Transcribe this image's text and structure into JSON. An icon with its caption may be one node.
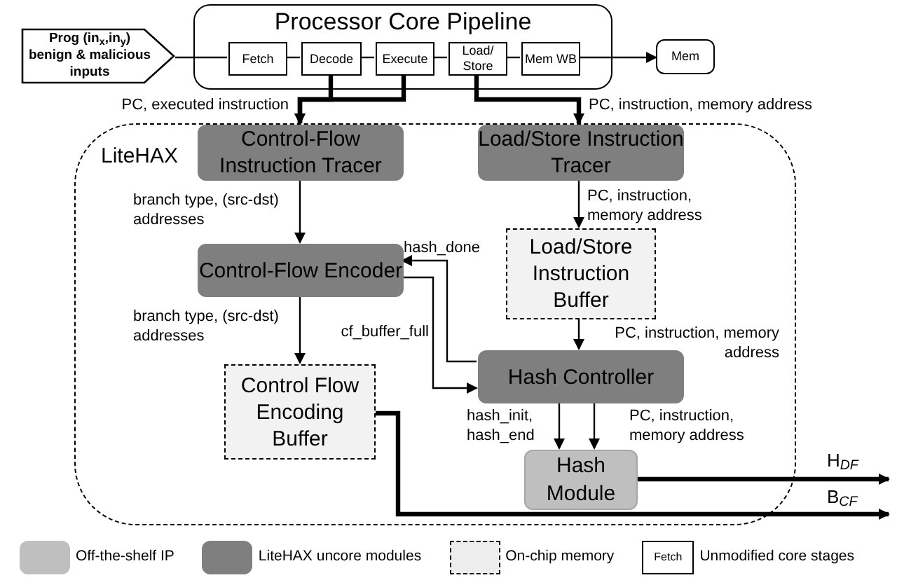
{
  "diagram": {
    "nodes": [
      {
        "text": [
          "Processor Core Pipeline"
        ]
      },
      {
        "text": [
          "Prog (in$_{x}$,in$_{y}$) benign & malicious inputs"
        ]
      },
      {
        "text": [
          "Fetch"
        ],
        "in": 0
      },
      {
        "text": [
          "Decode"
        ],
        "in": 0
      },
      {
        "text": [
          "Execute"
        ],
        "in": 0
      },
      {
        "text": [
          "Load/ Store"
        ],
        "in": 0
      },
      {
        "text": [
          "Mem WB"
        ],
        "in": 0
      },
      {
        "text": [
          "Mem"
        ]
      },
      {
        "text": [
          "LiteHAX"
        ]
      },
      {
        "text": [
          "Control-Flow Instruction Tracer"
        ],
        "in": 8
      },
      {
        "text": [
          "Load/Store Instruction Tracer"
        ],
        "in": 8
      },
      {
        "text": [
          "Control-Flow Encoder"
        ],
        "in": 8
      },
      {
        "text": [
          "Load/Store Instruction Buffer"
        ],
        "in": 8
      },
      {
        "text": [
          "Hash Controller"
        ],
        "in": 8
      },
      {
        "text": [
          "Control Flow Encoding Buffer"
        ],
        "in": 8
      },
      {
        "text": [
          "Hash Module"
        ],
        "in": 8
      }
    ],
    "edges": [
      {
        "from": 1,
        "to": 2,
        "arrow": "none"
      },
      {
        "from": 2,
        "to": 3,
        "arrow": "none"
      },
      {
        "from": 3,
        "to": 4,
        "arrow": "none"
      },
      {
        "from": 4,
        "to": 5,
        "arrow": "none"
      },
      {
        "from": 5,
        "to": 6,
        "arrow": "none"
      },
      {
        "from": 6,
        "to": 7,
        "arrow": "to"
      },
      {
        "from": 3,
        "to": 9,
        "arrow": "to",
        "style": "thick",
        "label": "PC,  executed instruction"
      },
      {
        "from": 4,
        "to": 9,
        "arrow": "to",
        "style": "thick"
      },
      {
        "from": 5,
        "to": 10,
        "arrow": "to",
        "style": "thick",
        "label": "PC, instruction, memory address"
      },
      {
        "from": 9,
        "to": 11,
        "arrow": "to",
        "label": "branch type, (src-dst) addresses"
      },
      {
        "from": 10,
        "to": 12,
        "arrow": "to",
        "label": "PC, instruction, memory address"
      },
      {
        "from": 11,
        "to": 14,
        "arrow": "to",
        "label": "branch type, (src-dst) addresses"
      },
      {
        "from": 13,
        "to": 11,
        "arrow": "to",
        "label": "hash_done"
      },
      {
        "from": 11,
        "to": 13,
        "arrow": "to",
        "label": "cf_buffer_full"
      },
      {
        "from": 12,
        "to": 13,
        "arrow": "to",
        "label": "PC, instruction, memory address"
      },
      {
        "from": 13,
        "to": 15,
        "arrow": "to",
        "label": "hash_init, hash_end"
      },
      {
        "from": 13,
        "to": 15,
        "arrow": "to",
        "label": "PC, instruction, memory address"
      },
      {
        "from": 15,
        "to": null,
        "arrow": "to",
        "style": "thick",
        "label": "H$_{DF}$"
      },
      {
        "from": 14,
        "to": null,
        "arrow": "to",
        "style": "thick",
        "label": "B$_{CF}$"
      }
    ],
    "labels": [
      "Fetch"
    ],
    "legend": [
      {
        "text": "Off-the-shelf IP",
        "color": "#bfbfbf"
      },
      {
        "text": "LiteHAX uncore modules",
        "color": "#7f7f7f"
      },
      {
        "text": "On-chip memory",
        "color": "#ededed"
      },
      {
        "text": "Unmodified core stages"
      }
    ]
  }
}
